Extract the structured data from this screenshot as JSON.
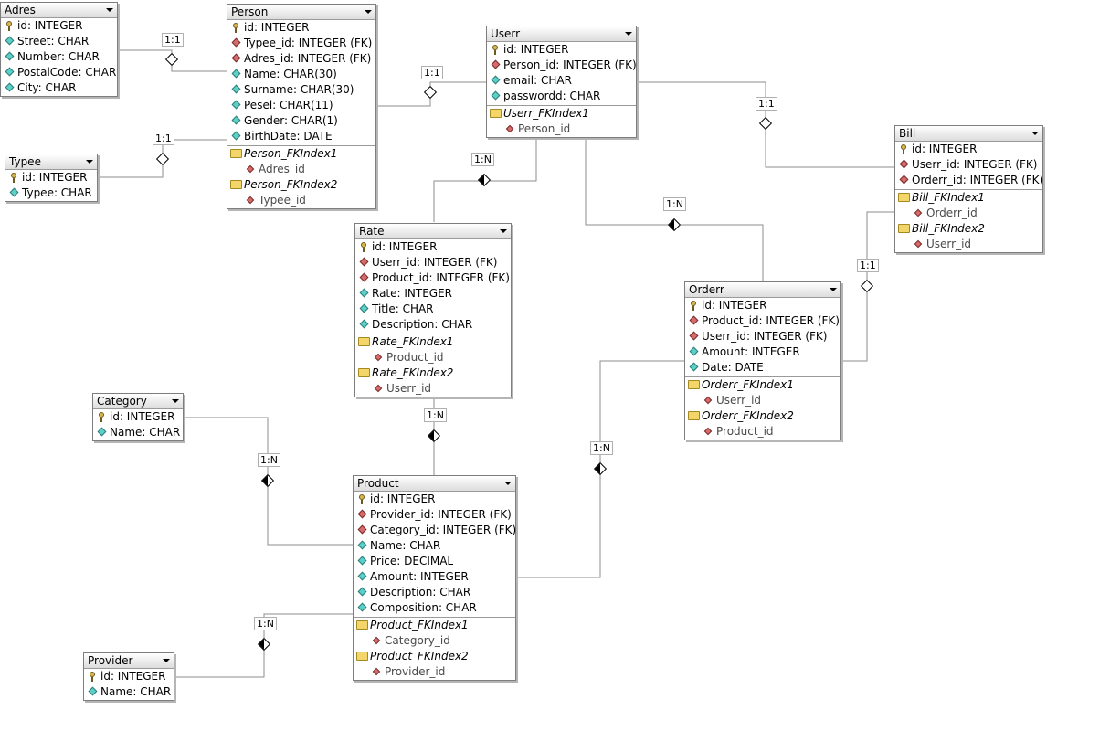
{
  "tables": {
    "adres": {
      "name": "Adres",
      "cols": [
        "id: INTEGER",
        "Street: CHAR",
        "Number: CHAR",
        "PostalCode: CHAR",
        "City: CHAR"
      ]
    },
    "typee": {
      "name": "Typee",
      "cols": [
        "id: INTEGER",
        "Typee: CHAR"
      ]
    },
    "person": {
      "name": "Person",
      "cols": [
        "id: INTEGER",
        "Typee_id: INTEGER (FK)",
        "Adres_id: INTEGER (FK)",
        "Name: CHAR(30)",
        "Surname: CHAR(30)",
        "Pesel: CHAR(11)",
        "Gender: CHAR(1)",
        "BirthDate: DATE"
      ],
      "indexes": [
        {
          "name": "Person_FKIndex1",
          "col": "Adres_id"
        },
        {
          "name": "Person_FKIndex2",
          "col": "Typee_id"
        }
      ]
    },
    "userr": {
      "name": "Userr",
      "cols": [
        "id: INTEGER",
        "Person_id: INTEGER (FK)",
        "email: CHAR",
        "passwordd: CHAR"
      ],
      "indexes": [
        {
          "name": "Userr_FKIndex1",
          "col": "Person_id"
        }
      ]
    },
    "bill": {
      "name": "Bill",
      "cols": [
        "id: INTEGER",
        "Userr_id: INTEGER (FK)",
        "Orderr_id: INTEGER (FK)"
      ],
      "indexes": [
        {
          "name": "Bill_FKIndex1",
          "col": "Orderr_id"
        },
        {
          "name": "Bill_FKIndex2",
          "col": "Userr_id"
        }
      ]
    },
    "rate": {
      "name": "Rate",
      "cols": [
        "id: INTEGER",
        "Userr_id: INTEGER (FK)",
        "Product_id: INTEGER (FK)",
        "Rate: INTEGER",
        "Title: CHAR",
        "Description: CHAR"
      ],
      "indexes": [
        {
          "name": "Rate_FKIndex1",
          "col": "Product_id"
        },
        {
          "name": "Rate_FKIndex2",
          "col": "Userr_id"
        }
      ]
    },
    "orderr": {
      "name": "Orderr",
      "cols": [
        "id: INTEGER",
        "Product_id: INTEGER (FK)",
        "Userr_id: INTEGER (FK)",
        "Amount: INTEGER",
        "Date: DATE"
      ],
      "indexes": [
        {
          "name": "Orderr_FKIndex1",
          "col": "Userr_id"
        },
        {
          "name": "Orderr_FKIndex2",
          "col": "Product_id"
        }
      ]
    },
    "category": {
      "name": "Category",
      "cols": [
        "id: INTEGER",
        "Name: CHAR"
      ]
    },
    "product": {
      "name": "Product",
      "cols": [
        "id: INTEGER",
        "Provider_id: INTEGER (FK)",
        "Category_id: INTEGER (FK)",
        "Name: CHAR",
        "Price: DECIMAL",
        "Amount: INTEGER",
        "Description: CHAR",
        "Composition: CHAR"
      ],
      "indexes": [
        {
          "name": "Product_FKIndex1",
          "col": "Category_id"
        },
        {
          "name": "Product_FKIndex2",
          "col": "Provider_id"
        }
      ]
    },
    "provider": {
      "name": "Provider",
      "cols": [
        "id: INTEGER",
        "Name: CHAR"
      ]
    }
  },
  "relations": {
    "adres_person": "1:1",
    "typee_person": "1:1",
    "person_userr": "1:1",
    "userr_bill": "1:1",
    "userr_rate": "1:N",
    "userr_orderr": "1:N",
    "orderr_bill": "1:1",
    "rate_product": "1:N",
    "category_product": "1:N",
    "orderr_product": "1:N",
    "provider_product": "1:N"
  }
}
